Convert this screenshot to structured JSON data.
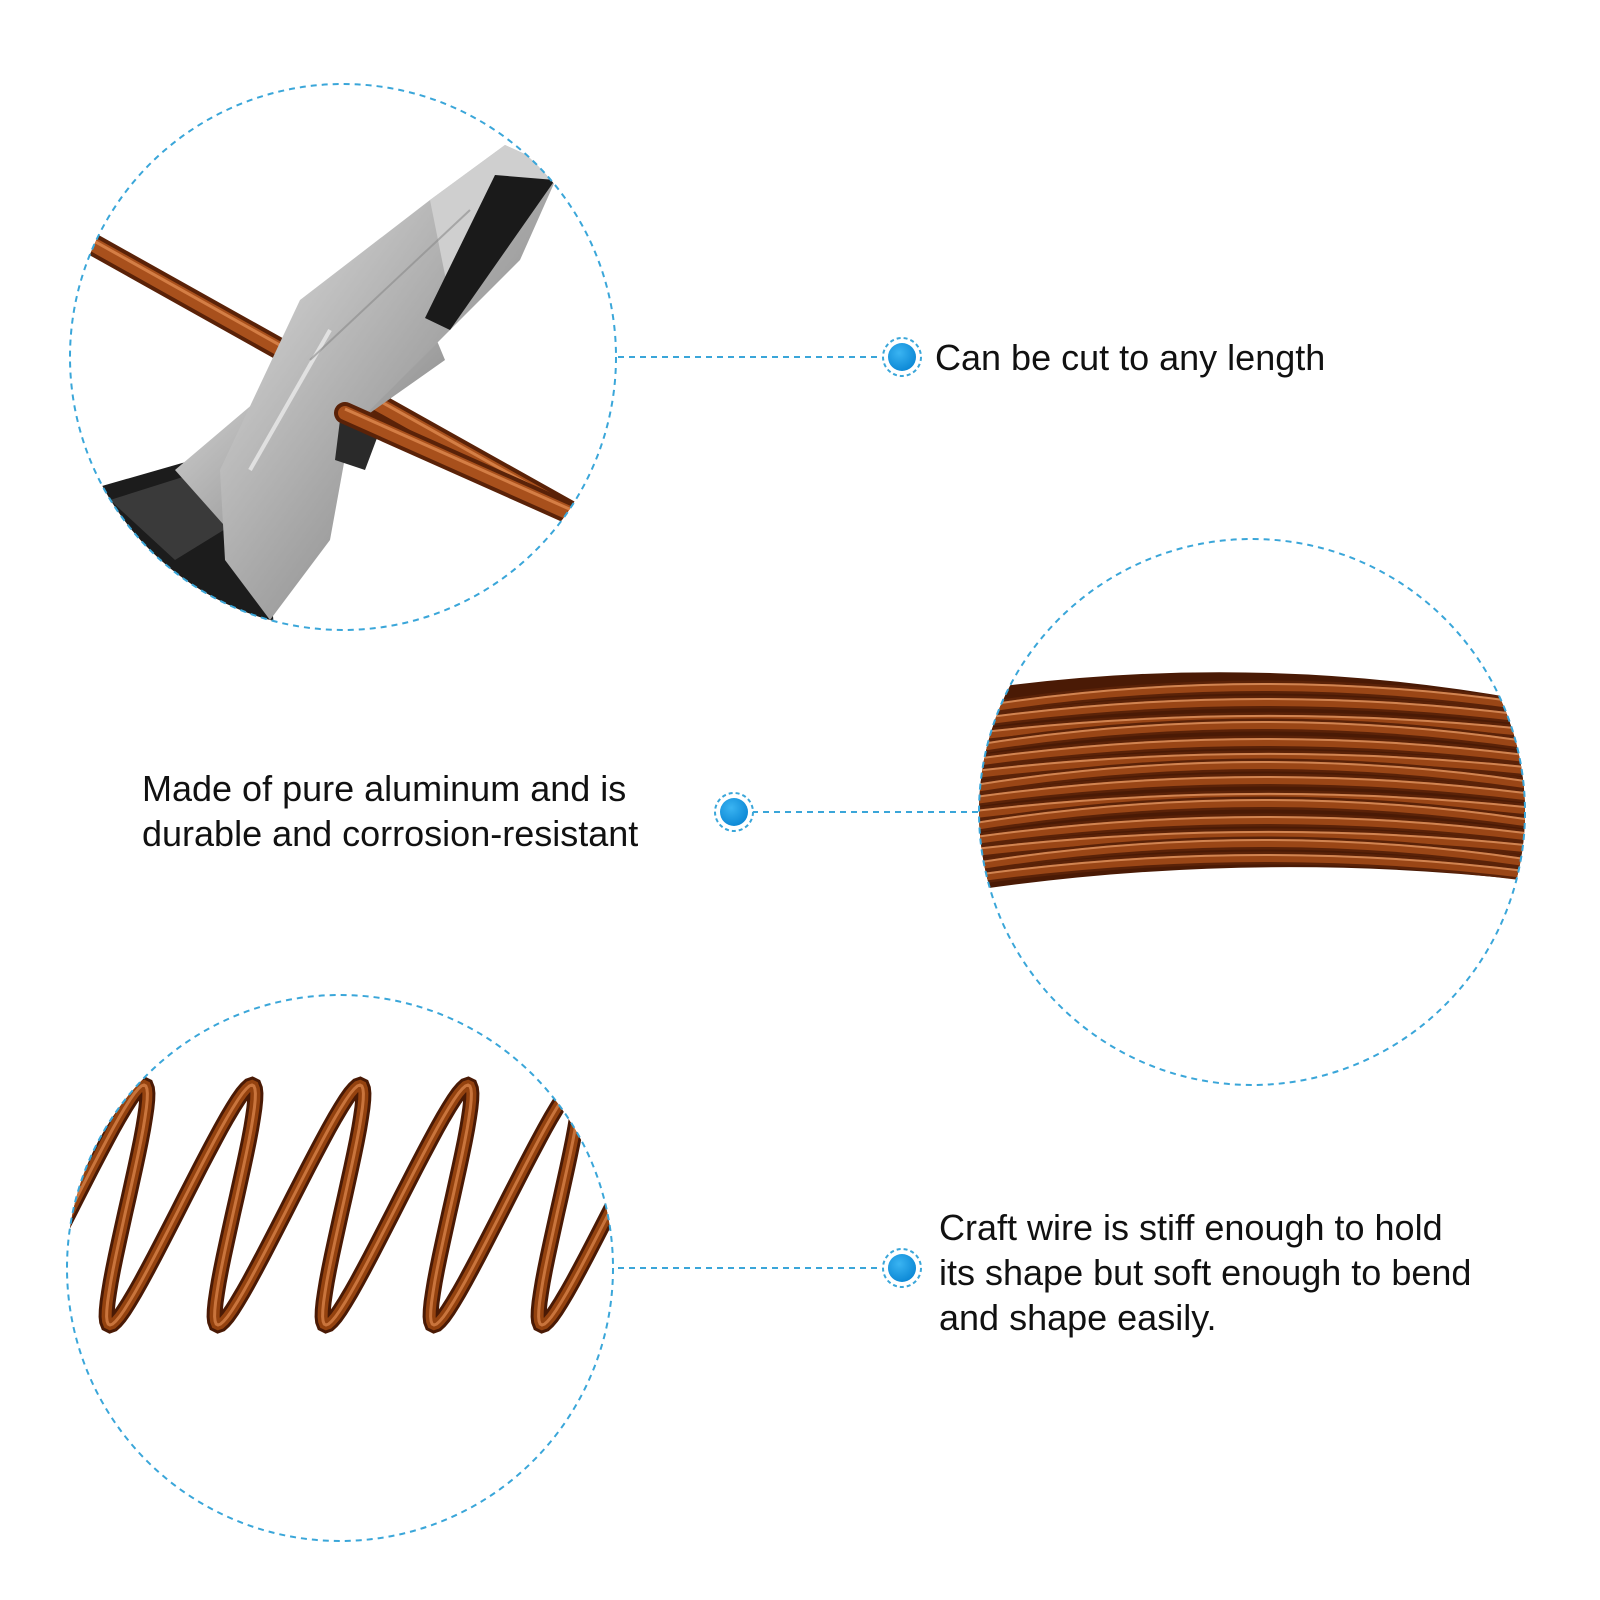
{
  "features": [
    {
      "lines": [
        "Can be cut to any length"
      ]
    },
    {
      "lines": [
        "Made of pure aluminum and is",
        "durable and corrosion-resistant"
      ]
    },
    {
      "lines": [
        "Craft wire is stiff enough to hold",
        "its shape but soft enough to bend",
        "and shape easily."
      ]
    }
  ],
  "colors": {
    "accent": "#1a9be6",
    "guide": "#3aa6d9",
    "wire": "#8a3a10",
    "wire_highlight": "#d06a2c",
    "wire_shadow": "#4a1a05",
    "steel": "#b9b9b9",
    "handle": "#1c1c1c"
  },
  "icons": [
    "bullet-dot-icon"
  ]
}
